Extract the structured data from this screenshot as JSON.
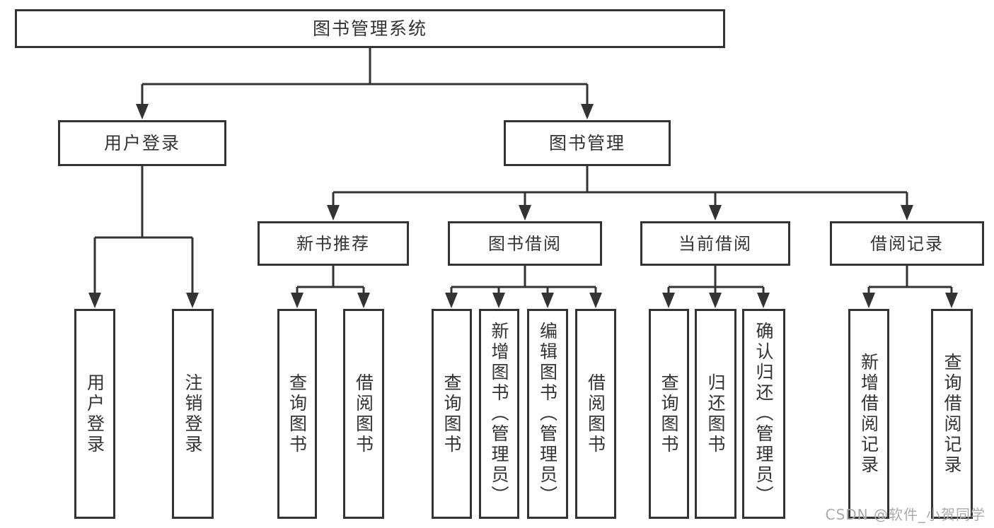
{
  "diagram": {
    "root": {
      "label": "图书管理系统"
    },
    "branches": [
      {
        "label": "用户登录",
        "children": [
          {
            "label": "用户登录"
          },
          {
            "label": "注销登录"
          }
        ]
      },
      {
        "label": "图书管理",
        "children": [
          {
            "label": "新书推荐",
            "children": [
              {
                "label": "查询图书"
              },
              {
                "label": "借阅图书"
              }
            ]
          },
          {
            "label": "图书借阅",
            "children": [
              {
                "label": "查询图书"
              },
              {
                "label": "新增图书（管理员）"
              },
              {
                "label": "编辑图书（管理员）"
              },
              {
                "label": "借阅图书"
              }
            ]
          },
          {
            "label": "当前借阅",
            "children": [
              {
                "label": "查询图书"
              },
              {
                "label": "归还图书"
              },
              {
                "label": "确认归还（管理员）"
              }
            ]
          },
          {
            "label": "借阅记录",
            "children": [
              {
                "label": "新增借阅记录"
              },
              {
                "label": "查询借阅记录"
              }
            ]
          }
        ]
      }
    ]
  },
  "watermark": {
    "text": "CSDN @软件_小贺同学"
  },
  "colors": {
    "line": "#333333",
    "text": "#333333",
    "box_background": "#ffffff",
    "watermark": "#ababab",
    "page_background": "#ffffff"
  }
}
